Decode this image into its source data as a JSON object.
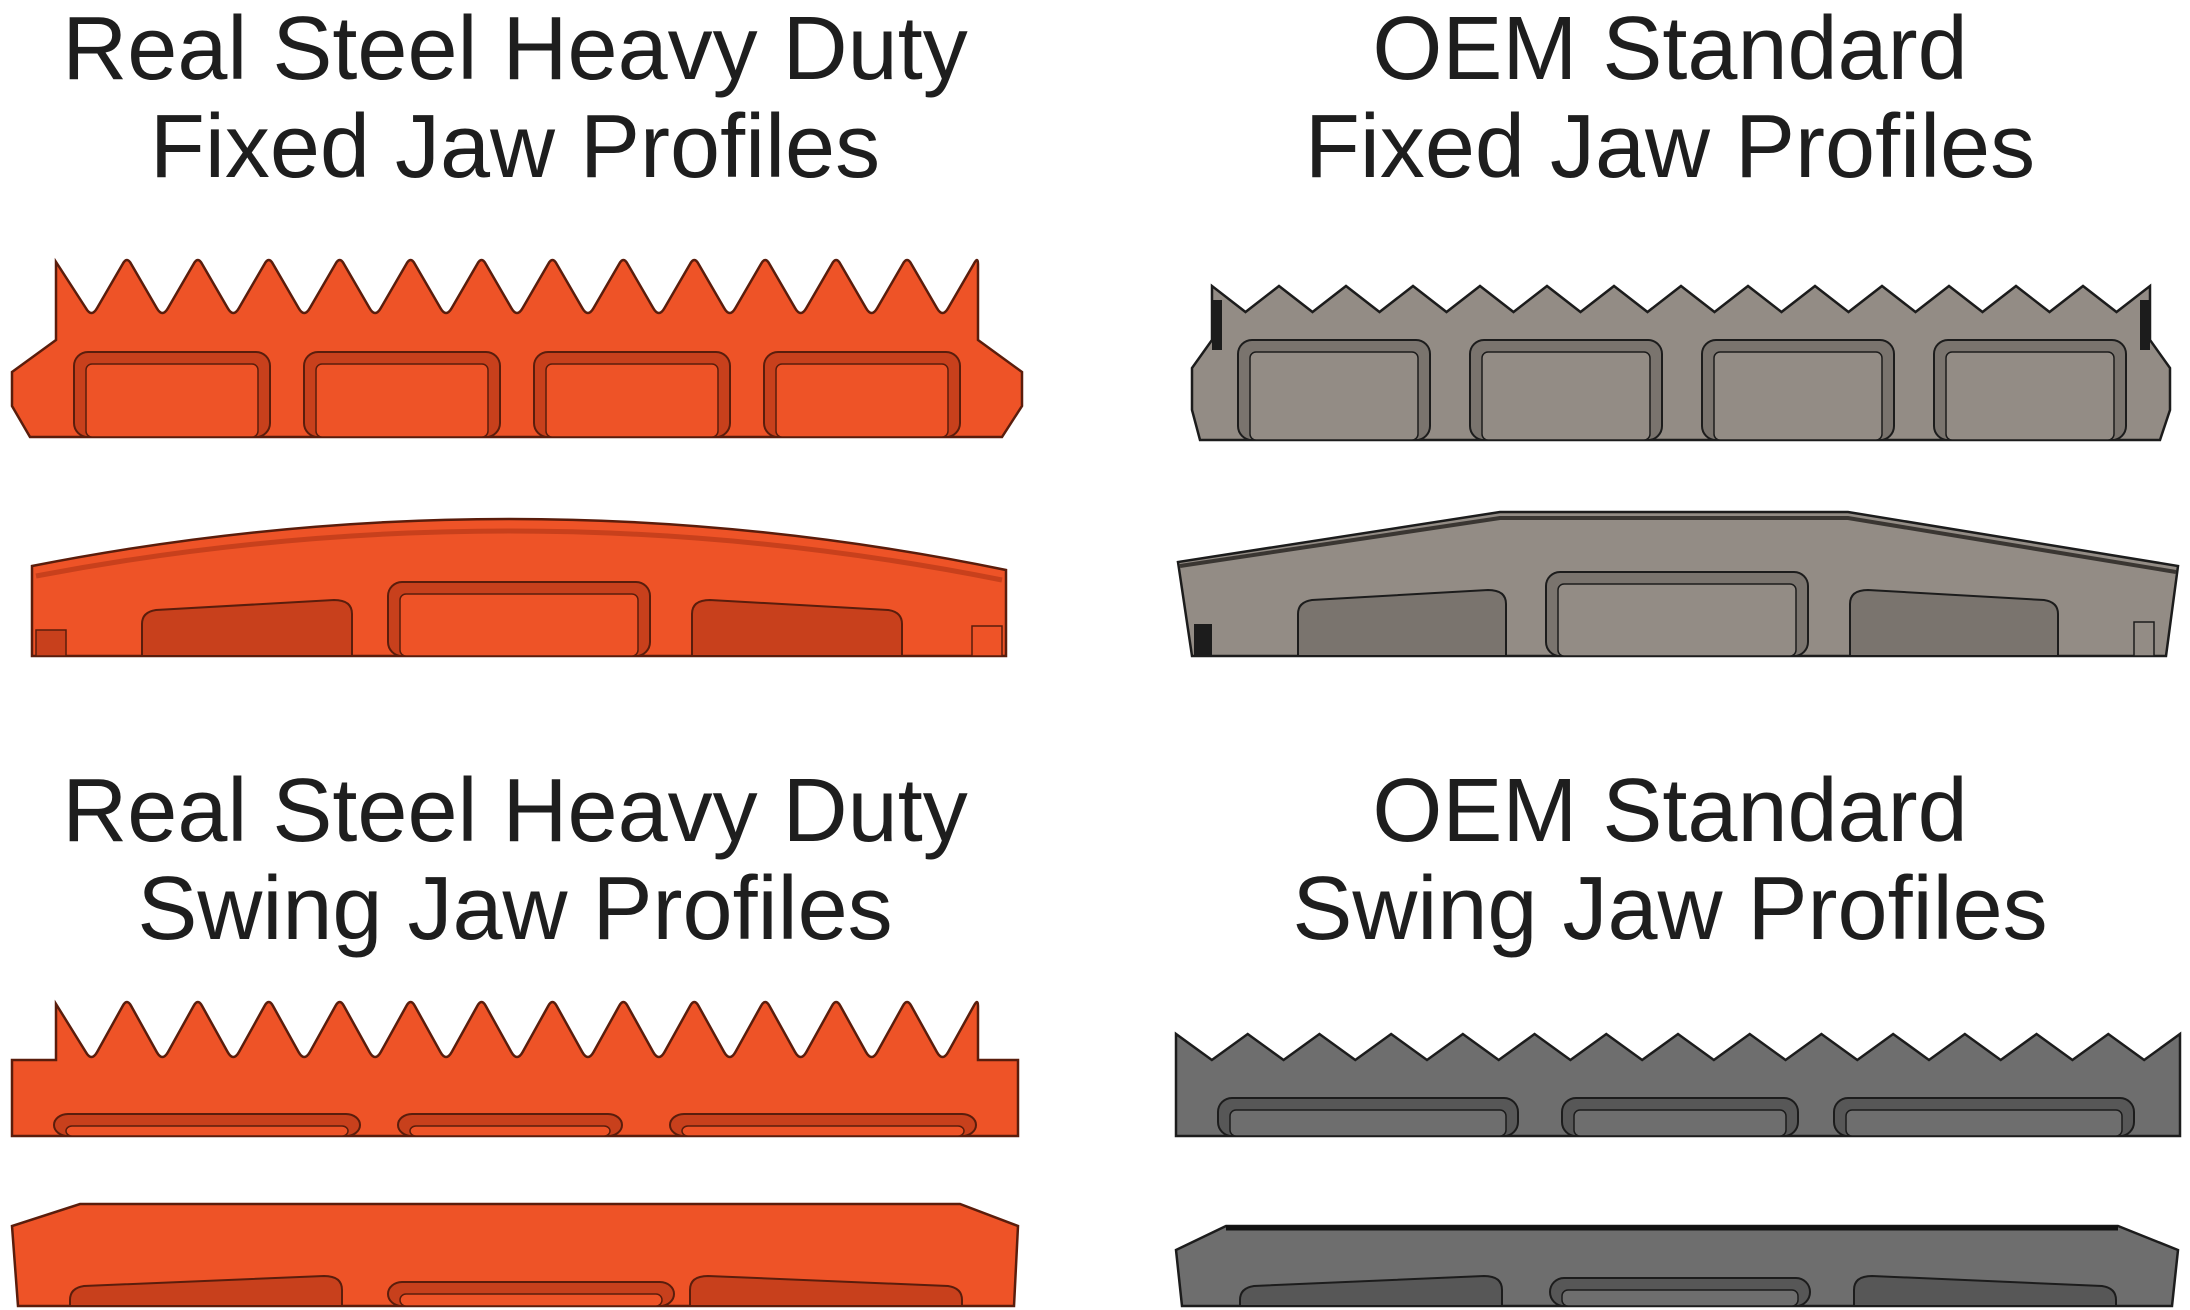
{
  "headings": {
    "rs_fixed": {
      "line1": "Real Steel Heavy Duty",
      "line2": "Fixed Jaw Profiles"
    },
    "oem_fixed": {
      "line1": "OEM Standard",
      "line2": "Fixed Jaw Profiles"
    },
    "rs_swing": {
      "line1": "Real Steel Heavy Duty",
      "line2": "Swing Jaw Profiles"
    },
    "oem_swing": {
      "line1": "OEM Standard",
      "line2": "Swing Jaw Profiles"
    }
  },
  "colors": {
    "real_steel_fill": "#EE5327",
    "real_steel_shade": "#C8401C",
    "real_steel_outline": "#5a1d0c",
    "oem_fixed_fill": "#938C85",
    "oem_fixed_shade": "#7a746e",
    "oem_swing_fill": "#6E6E6E",
    "oem_swing_shade": "#575757",
    "oem_outline": "#1c1c1c",
    "heading_text": "#1e1e1e",
    "background": "#ffffff"
  },
  "profiles": [
    {
      "id": "rs-fixed-side",
      "group": "real_steel",
      "teeth": 13,
      "pockets": 4
    },
    {
      "id": "rs-fixed-edge",
      "group": "real_steel",
      "pockets": 3
    },
    {
      "id": "oem-fixed-side",
      "group": "oem_fixed",
      "teeth": 14,
      "pockets": 4
    },
    {
      "id": "oem-fixed-edge",
      "group": "oem_fixed",
      "pockets": 3
    },
    {
      "id": "rs-swing-side",
      "group": "real_steel",
      "teeth": 13,
      "pockets": 3
    },
    {
      "id": "rs-swing-edge",
      "group": "real_steel",
      "pockets": 3
    },
    {
      "id": "oem-swing-side",
      "group": "oem_swing",
      "teeth": 14,
      "pockets": 3
    },
    {
      "id": "oem-swing-edge",
      "group": "oem_swing",
      "pockets": 3
    }
  ]
}
